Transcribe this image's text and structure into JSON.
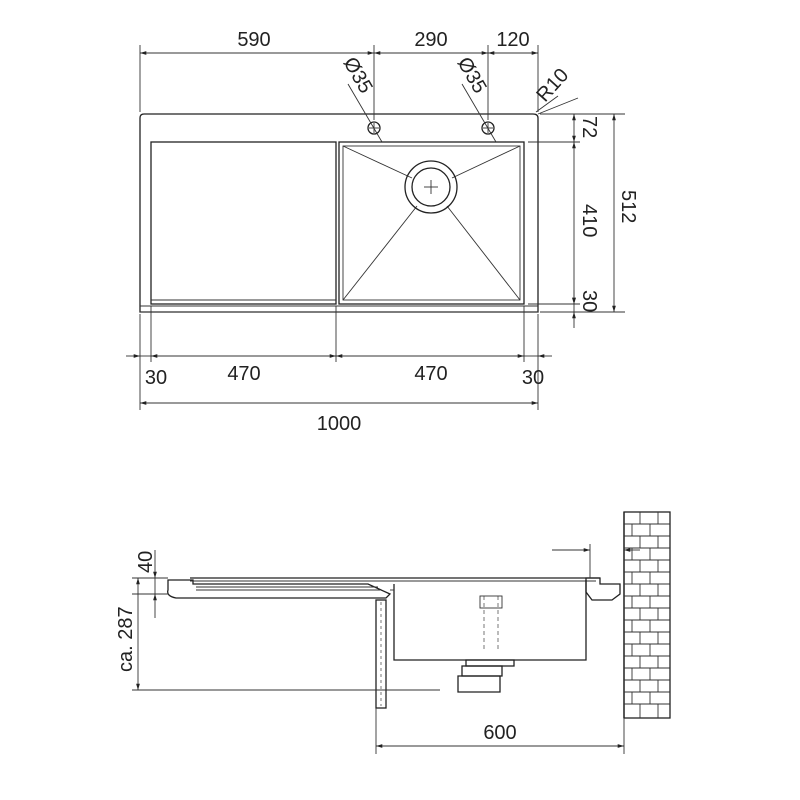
{
  "top_view": {
    "dims": {
      "tap_offset": "590",
      "tap_spacing": "290",
      "tap_to_edge": "120",
      "hole_dia_1": "Ø35",
      "hole_dia_2": "Ø35",
      "corner_radius": "R10",
      "top_margin": "72",
      "bowl_depth": "410",
      "bottom_margin": "30",
      "total_depth": "512",
      "left_margin": "30",
      "drainer_width": "470",
      "bowl_width": "470",
      "right_margin": "30",
      "total_width": "1000"
    }
  },
  "side_view": {
    "dims": {
      "rim_height": "40",
      "bowl_height": "ca. 287",
      "cabinet_width": "600"
    }
  },
  "colors": {
    "line": "#222222",
    "wall_fill": "#ffffff"
  }
}
